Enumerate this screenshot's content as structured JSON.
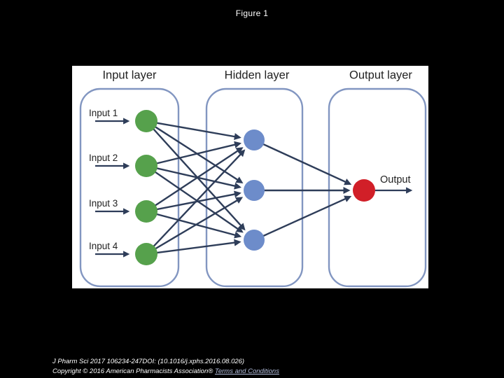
{
  "page": {
    "title": "Figure 1"
  },
  "diagram": {
    "layer_headers": [
      "Input layer",
      "Hidden layer",
      "Output layer"
    ],
    "input_labels": [
      "Input 1",
      "Input 2",
      "Input 3",
      "Input 4"
    ],
    "hidden_node_count": 3,
    "output_label": "Output",
    "colors": {
      "page_background": "#000000",
      "panel_background": "#ffffff",
      "input_node": "#56a14c",
      "hidden_node": "#6d8cca",
      "output_node": "#d11f28",
      "edge": "#2e3d59",
      "box_border": "#8296c1",
      "text": "#222222",
      "title_text": "#ffffff",
      "link_text": "#b3bedd"
    }
  },
  "footer": {
    "citation": "J Pharm Sci 2017 106234-247DOI: (10.1016/j.xphs.2016.08.026)",
    "copyright": "Copyright © 2016 American Pharmacists Association® ",
    "terms_link": "Terms and Conditions"
  }
}
